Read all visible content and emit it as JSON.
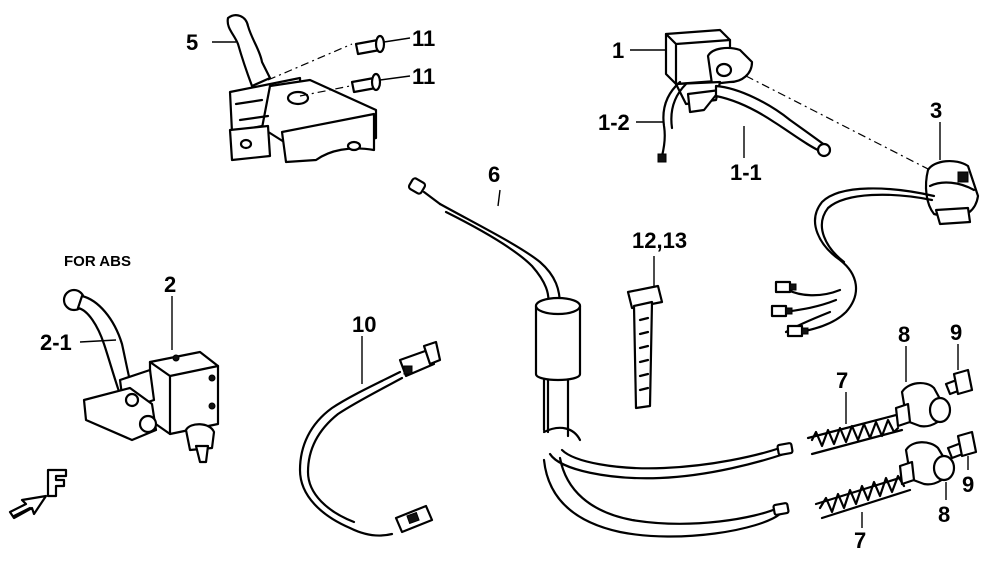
{
  "callouts": {
    "c5": "5",
    "c11a": "11",
    "c11b": "11",
    "c1": "1",
    "c1_2": "1-2",
    "c1_1": "1-1",
    "c3": "3",
    "c6": "6",
    "c12_13": "12,13",
    "c2": "2",
    "c2_1": "2-1",
    "c10": "10",
    "c8a": "8",
    "c9a": "9",
    "c7a": "7",
    "c9b": "9",
    "c8b": "8",
    "c7b": "7"
  },
  "notes": {
    "for_abs": "FOR ABS"
  },
  "icons": {
    "front_arrow": "front-direction-arrow-icon"
  }
}
